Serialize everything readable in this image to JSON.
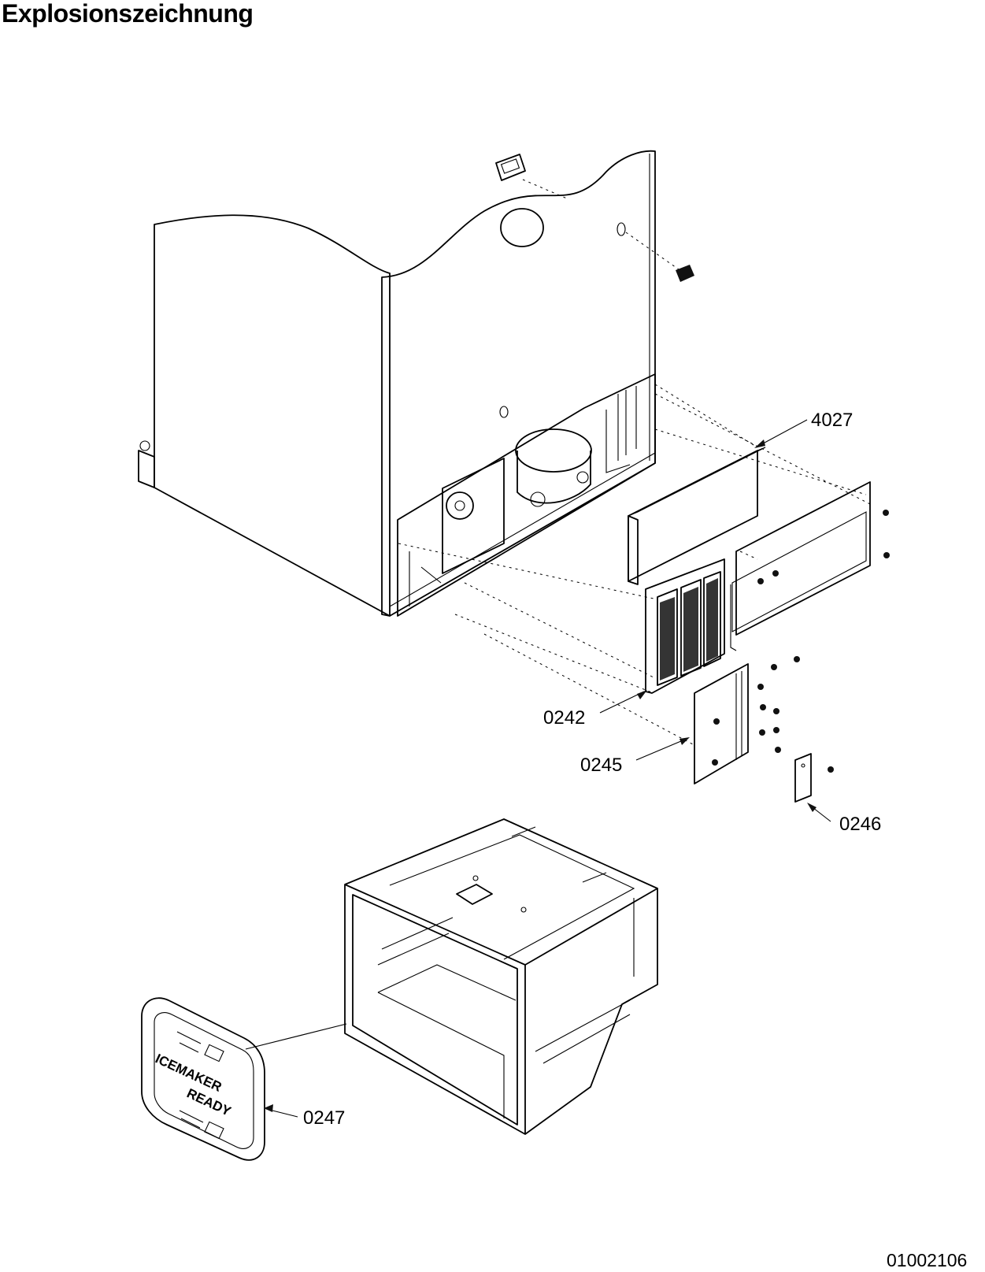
{
  "title": "Explosionszeichnung",
  "drawing_number": "01002106",
  "parts": [
    {
      "id": "4027"
    },
    {
      "id": "0242"
    },
    {
      "id": "0245"
    },
    {
      "id": "0246"
    },
    {
      "id": "0247"
    }
  ],
  "icemaker_cover_text": [
    "ICEMAKER",
    "READY"
  ]
}
